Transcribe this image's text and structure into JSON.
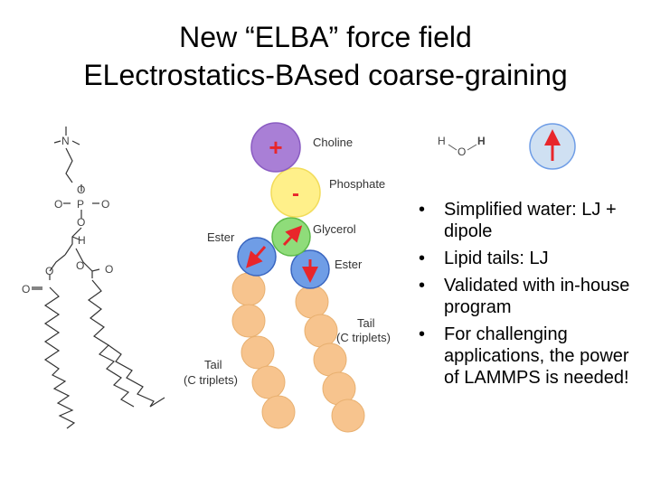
{
  "title": {
    "line1": "New “ELBA” force field",
    "line2": "ELectrostatics-BAsed coarse-graining"
  },
  "diagram": {
    "labels": {
      "choline": "Choline",
      "phosphate": "Phosphate",
      "glycerol": "Glycerol",
      "ester_left": "Ester",
      "ester_right": "Ester",
      "tail_right_1": "Tail",
      "tail_right_2": "(C triplets)",
      "tail_left_1": "Tail",
      "tail_left_2": "(C triplets)"
    },
    "charges": {
      "plus": "+",
      "minus": "-"
    },
    "water": {
      "h_left": "H",
      "o": "O",
      "h_right": "H"
    },
    "atoms": {
      "n": "N",
      "o": "O",
      "p": "P",
      "h": "H"
    },
    "colors": {
      "choline": "#a97fd6",
      "phosphate": "#fff08a",
      "glycerol": "#8fdc7a",
      "ester": "#6f9de6",
      "tail": "#f7c48e",
      "water": "#cfe0f2",
      "dipole_arrow": "#e8262b"
    }
  },
  "bullets": [
    {
      "marker": "•",
      "text": "Simplified water: LJ + dipole"
    },
    {
      "marker": "•",
      "text": "Lipid tails: LJ"
    },
    {
      "marker": "•",
      "text": "Validated with in-house program"
    },
    {
      "marker": "•",
      "text": "For challenging applications, the power of LAMMPS is needed!"
    }
  ]
}
